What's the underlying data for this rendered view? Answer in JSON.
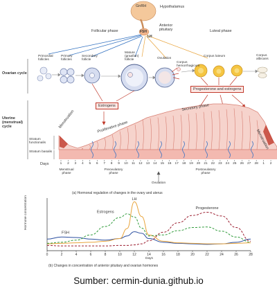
{
  "hormones_top": {
    "gnrh": "GnRH",
    "hypothalamus": "Hypothalamus",
    "fsh": "FSH",
    "lh": "LH",
    "anterior_pituitary": "Anterior pituitary"
  },
  "phases_top": {
    "follicular": "Follicular phase",
    "luteal": "Luteal phase"
  },
  "ovarian_cycle": {
    "title": "Ovarian cycle",
    "stages": [
      "Primordial follicles",
      "Primary follicles",
      "Secondary follicle",
      "Mature (graafian) follicle",
      "Ovulation",
      "Corpus hemorrhagicum",
      "Corpus luteum",
      "Corpus albicans"
    ]
  },
  "boxes": {
    "estrogens": "Estrogens",
    "prog_estrogens": "Progesterone and estrogens"
  },
  "uterine_cycle": {
    "title": "Uterine (menstrual) cycle",
    "stratum_functionalis": "Stratum functionalis",
    "stratum_basalis": "Stratum basalis",
    "menstruation_left": "Menstruation",
    "menstruation_right": "Menstruation",
    "proliferative": "Proliferative phase",
    "secretory": "Secretory phase"
  },
  "days_axis": {
    "label": "Days",
    "ticks": [
      "1",
      "2",
      "3",
      "4",
      "5",
      "6",
      "7",
      "8",
      "9",
      "10",
      "11",
      "12",
      "13",
      "14",
      "15",
      "16",
      "17",
      "18",
      "19",
      "20",
      "21",
      "22",
      "23",
      "24",
      "25",
      "26",
      "27",
      "28",
      "1",
      "2"
    ],
    "phases": [
      "Menstrual phase",
      "Preovulatory phase",
      "Ovulation",
      "Postovulatory phase"
    ]
  },
  "caption_a": "(a) Hormonal regulation of changes in the ovary and uterus",
  "caption_b": "(b) Changes in concentration of anterior pituitary and ovarian hormones",
  "source": "Sumber: cermin-dunia.github.io",
  "chart_data": {
    "type": "line",
    "xlabel": "Days",
    "ylabel": "Hormone concentration",
    "xlim": [
      0,
      28
    ],
    "xticks": [
      0,
      2,
      4,
      6,
      8,
      10,
      12,
      14,
      16,
      18,
      20,
      22,
      24,
      26,
      28
    ],
    "x": [
      0,
      2,
      4,
      6,
      8,
      10,
      11,
      12,
      13,
      14,
      16,
      18,
      20,
      22,
      24,
      26,
      28
    ],
    "series": [
      {
        "name": "FSH",
        "color": "#2b4fa0",
        "dash": "",
        "values": [
          2.2,
          2.6,
          2.5,
          2.2,
          2.0,
          2.3,
          2.8,
          3.6,
          3.3,
          2.3,
          1.6,
          1.4,
          1.3,
          1.2,
          1.3,
          1.6,
          2.2
        ]
      },
      {
        "name": "LH",
        "color": "#e8a33a",
        "dash": "",
        "values": [
          1.3,
          1.4,
          1.5,
          1.6,
          1.8,
          2.3,
          4.2,
          9.3,
          6.5,
          3.0,
          1.8,
          1.5,
          1.4,
          1.3,
          1.3,
          1.4,
          1.5
        ]
      },
      {
        "name": "Estrogens",
        "color": "#2f9b3a",
        "dash": "3,2",
        "values": [
          1.4,
          1.6,
          2.0,
          3.0,
          4.6,
          6.3,
          7.0,
          6.4,
          4.3,
          2.8,
          3.0,
          3.8,
          4.4,
          4.5,
          3.7,
          2.6,
          1.6
        ]
      },
      {
        "name": "Progesterone",
        "color": "#9b1c2e",
        "dash": "3,2",
        "values": [
          1.0,
          0.9,
          0.9,
          0.9,
          0.9,
          1.0,
          1.0,
          1.1,
          1.3,
          1.9,
          3.5,
          5.3,
          6.7,
          7.3,
          6.6,
          4.4,
          1.8
        ]
      }
    ]
  }
}
